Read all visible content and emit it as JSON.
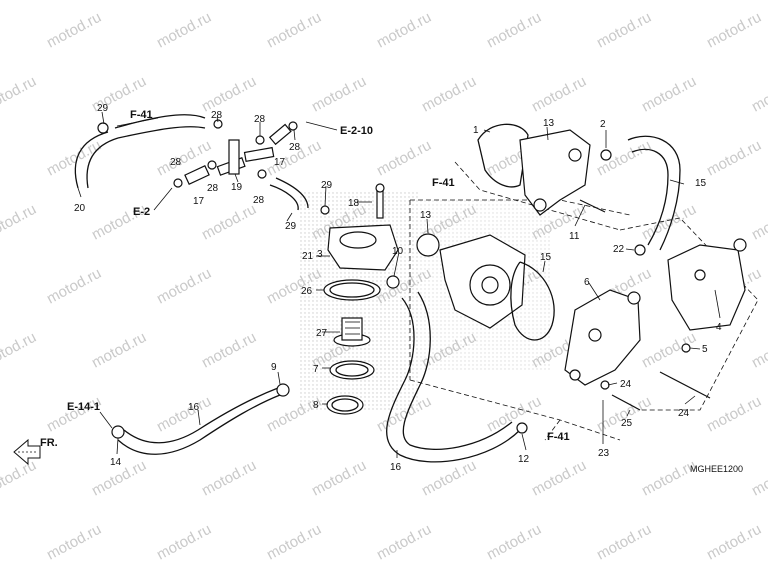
{
  "watermark": "motod.ru",
  "diagram_code": "MGHEE1200",
  "front_label": "FR.",
  "ref_labels": [
    "F-41",
    "E-2-10",
    "E-2",
    "F-41",
    "E-14-1",
    "F-41"
  ],
  "part_numbers": [
    "29",
    "28",
    "28",
    "28",
    "17",
    "28",
    "28",
    "19",
    "17",
    "28",
    "29",
    "20",
    "29",
    "18",
    "21",
    "10",
    "13",
    "26",
    "27",
    "7",
    "8",
    "9",
    "16",
    "14",
    "16",
    "12",
    "13",
    "1",
    "2",
    "15",
    "11",
    "22",
    "15",
    "6",
    "4",
    "5",
    "24",
    "25",
    "24",
    "23",
    "3"
  ]
}
